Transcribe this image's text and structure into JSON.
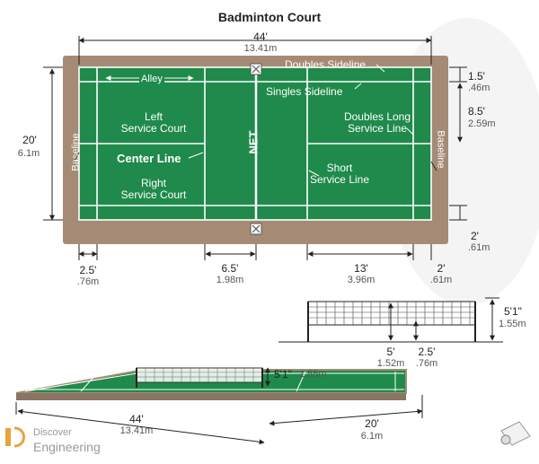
{
  "title": "Badminton Court",
  "court": {
    "width_ft": "44'",
    "width_m": "13.41m",
    "doubles_sideline": "Doubles Sideline",
    "singles_sideline": "Singles Sideline",
    "alley": "Alley",
    "left_service_court": [
      "Left",
      "Service Court"
    ],
    "right_service_court": [
      "Right",
      "Service Court"
    ],
    "center_line": "Center Line",
    "net": "NET",
    "doubles_long_service_line": [
      "Doubles Long",
      "Service Line"
    ],
    "short_service_line": [
      "Short",
      "Service Line"
    ],
    "baseline_left": "Baseline",
    "baseline_right": "Baseline",
    "height_ft": "20'",
    "height_m": "6.1m",
    "alley_ft": "1.5'",
    "alley_m": ".46m",
    "half_ft": "8.5'",
    "half_m": "2.59m",
    "bottom_right_ft": "2'",
    "bottom_right_m": ".61m",
    "back_ft": "2.5'",
    "back_m": ".76m",
    "short_ft": "6.5'",
    "short_m": "1.98m",
    "service_ft": "13'",
    "service_m": "3.96m",
    "back_right_ft": "2'",
    "back_right_m": ".61m"
  },
  "net_side": {
    "height_ft": "5'1\"",
    "height_m": "1.55m",
    "post_ft": "5'",
    "post_m": "1.52m",
    "depth_ft": "2.5'",
    "depth_m": ".76m"
  },
  "perspective": {
    "net_height_ft": "5'1\"",
    "net_height_m": "1.55m",
    "length_ft": "44'",
    "length_m": "13.41m",
    "width_ft": "20'",
    "width_m": "6.1m"
  },
  "watermark": {
    "line1": "Discover",
    "line2": "Engineering"
  },
  "colors": {
    "court_green": "#1f8a4b",
    "surround": "#a58b76",
    "line": "#ffffff"
  }
}
